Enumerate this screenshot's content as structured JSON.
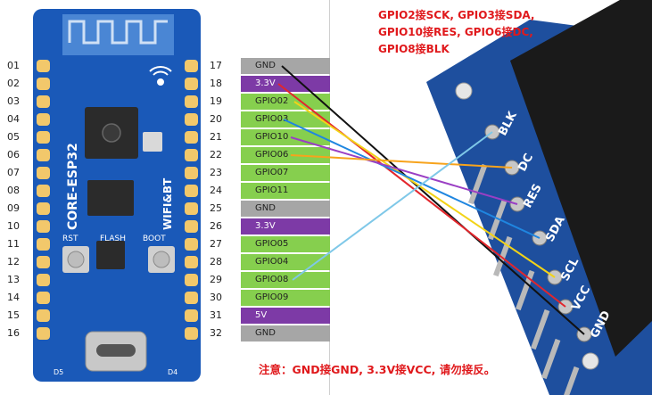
{
  "pin_numbers_left": [
    "01",
    "02",
    "03",
    "04",
    "05",
    "06",
    "07",
    "08",
    "09",
    "10",
    "11",
    "12",
    "13",
    "14",
    "15",
    "16"
  ],
  "pin_numbers_right": [
    "17",
    "18",
    "19",
    "20",
    "21",
    "22",
    "23",
    "24",
    "25",
    "26",
    "27",
    "28",
    "29",
    "30",
    "31",
    "32"
  ],
  "pins_right": [
    {
      "label": "GND",
      "kind": "gnd"
    },
    {
      "label": "3.3V",
      "kind": "pwr"
    },
    {
      "label": "GPIO02",
      "kind": "gpio"
    },
    {
      "label": "GPIO03",
      "kind": "gpio"
    },
    {
      "label": "GPIO10",
      "kind": "gpio"
    },
    {
      "label": "GPIO06",
      "kind": "gpio"
    },
    {
      "label": "GPIO07",
      "kind": "gpio"
    },
    {
      "label": "GPIO11",
      "kind": "gpio"
    },
    {
      "label": "GND",
      "kind": "gnd"
    },
    {
      "label": "3.3V",
      "kind": "pwr"
    },
    {
      "label": "GPIO05",
      "kind": "gpio"
    },
    {
      "label": "GPIO04",
      "kind": "gpio"
    },
    {
      "label": "GPIO08",
      "kind": "gpio"
    },
    {
      "label": "GPIO09",
      "kind": "gpio"
    },
    {
      "label": "5V",
      "kind": "pwr"
    },
    {
      "label": "GND",
      "kind": "gnd"
    }
  ],
  "board": {
    "name": "CORE-ESP32",
    "wireless": "WIFI&BT",
    "button_rst": "RST",
    "button_flash": "FLASH",
    "button_boot": "BOOT",
    "led_left": "D5",
    "led_right": "D4"
  },
  "display": {
    "pin_labels": [
      "GND",
      "VCC",
      "SCL",
      "SDA",
      "RES",
      "DC",
      "BLK"
    ]
  },
  "notes": {
    "top_lines": [
      "GPIO2接SCK, GPIO3接SDA,",
      "GPIO10接RES, GPIO6接DC,",
      "GPIO8接BLK"
    ],
    "bottom": "注意：GND接GND, 3.3V接VCC, 请勿接反。"
  },
  "wire_colors": {
    "gnd": "#111111",
    "vcc": "#e3262c",
    "scl": "#f2d318",
    "sda": "#1f86e0",
    "res": "#9a3fc4",
    "dc": "#f7a31c",
    "blk": "#7fc8e8"
  }
}
